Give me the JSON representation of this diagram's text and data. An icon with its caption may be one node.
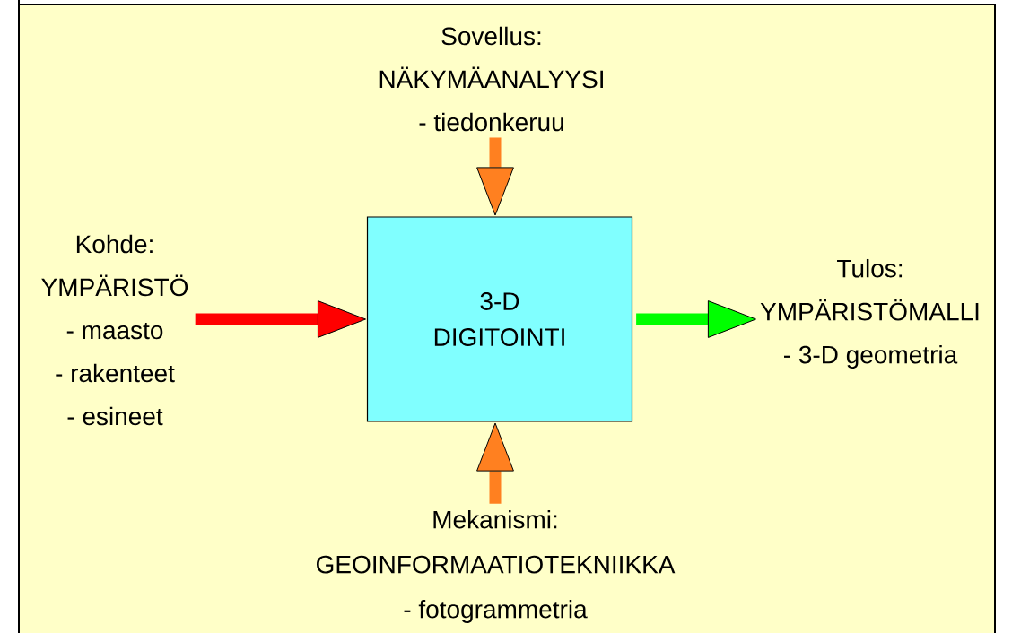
{
  "diagram": {
    "nodes": [
      {
        "text": [
          "3-D DIGITOINTI"
        ]
      },
      {
        "text": [
          "Kohde:",
          "YMPÄRISTÖ",
          "- maasto",
          "- rakenteet",
          "- esineet"
        ]
      },
      {
        "text": [
          "Sovellus:",
          "NÄKYMÄANALYYSI",
          "- tiedonkeruu"
        ]
      },
      {
        "text": [
          "Tulos:",
          "YMPÄRISTÖMALLI",
          "- 3-D geometria"
        ]
      },
      {
        "text": [
          "Mekanismi:",
          "GEOINFORMAATIOTEKNIIKKA",
          "- fotogrammetria"
        ]
      }
    ],
    "edges": [
      {
        "from": 1,
        "to": 0,
        "arrow": "to",
        "color": "#ff0000"
      },
      {
        "from": 2,
        "to": 0,
        "arrow": "to"
      },
      {
        "from": 0,
        "to": 3,
        "arrow": "to",
        "color": "#00ff00"
      },
      {
        "from": 4,
        "to": 0,
        "arrow": "to"
      }
    ]
  }
}
